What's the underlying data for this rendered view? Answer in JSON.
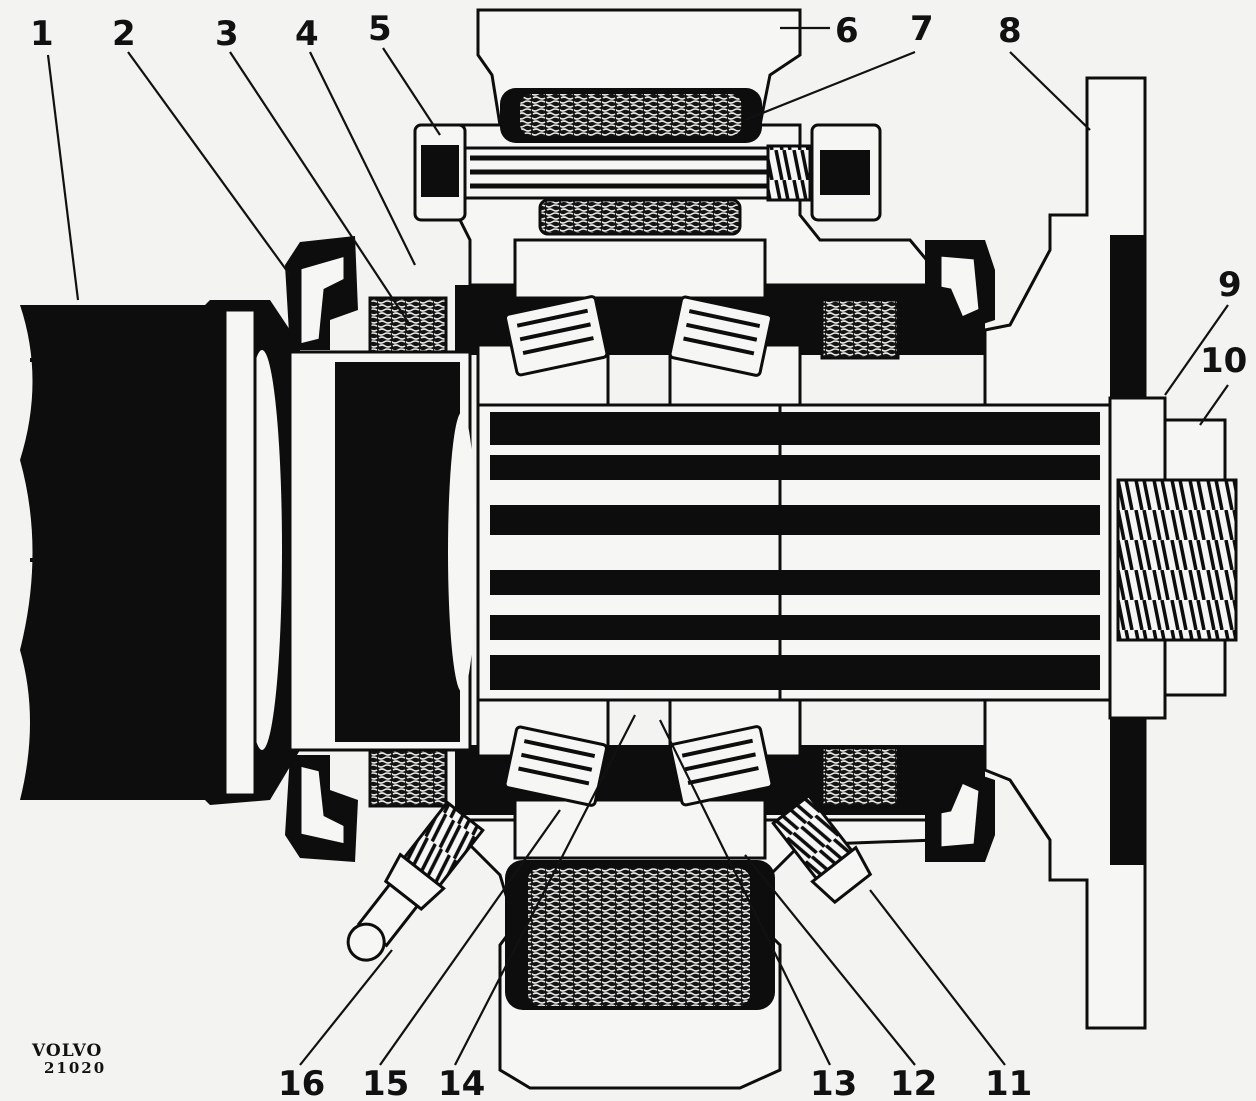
{
  "diagram": {
    "callouts": [
      {
        "num": "1"
      },
      {
        "num": "2"
      },
      {
        "num": "3"
      },
      {
        "num": "4"
      },
      {
        "num": "5"
      },
      {
        "num": "6"
      },
      {
        "num": "7"
      },
      {
        "num": "8"
      },
      {
        "num": "9"
      },
      {
        "num": "10"
      },
      {
        "num": "11"
      },
      {
        "num": "12"
      },
      {
        "num": "13"
      },
      {
        "num": "14"
      },
      {
        "num": "15"
      },
      {
        "num": "16"
      }
    ],
    "brand": "VOLVO",
    "code": "21020"
  }
}
